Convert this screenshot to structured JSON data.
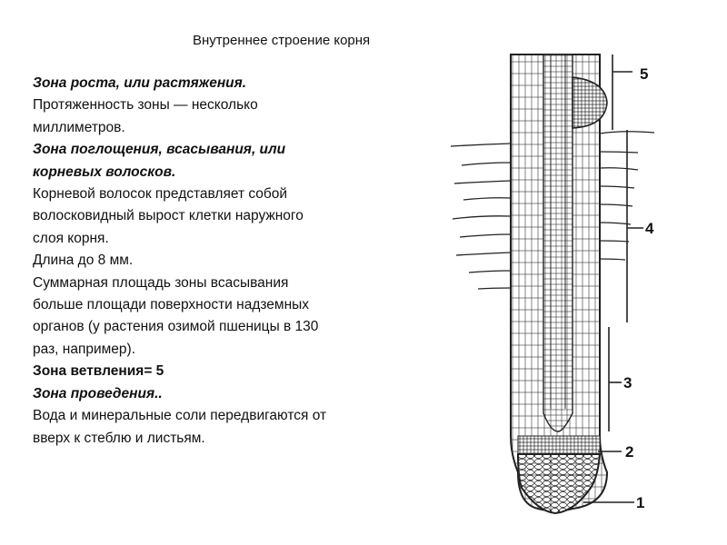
{
  "title": "Внутреннее строение корня",
  "paragraphs": [
    {
      "style": "bi",
      "lines": [
        "Зона роста, или растяжения."
      ]
    },
    {
      "style": "normal",
      "lines": [
        "Протяженность зоны — несколько",
        "миллиметров."
      ]
    },
    {
      "style": "bi",
      "lines": [
        "Зона поглощения, всасывания, или",
        "корневых волосков."
      ]
    },
    {
      "style": "normal",
      "lines": [
        "Корневой волосок представляет собой",
        "волосковидный вырост клетки наружного",
        "слоя корня."
      ]
    },
    {
      "style": "normal",
      "lines": [
        "Длина до 8 мм."
      ]
    },
    {
      "style": "normal",
      "lines": [
        "Суммарная площадь зоны всасывания",
        "больше площади поверхности надземных",
        "органов (у растения озимой пшеницы в 130",
        "раз, например)."
      ]
    },
    {
      "style": "b",
      "lines": [
        "Зона ветвления= 5"
      ]
    },
    {
      "style": "bi",
      "lines": [
        "Зона проведения.."
      ]
    },
    {
      "style": "normal",
      "lines": [
        "Вода и минеральные соли передвигаются от",
        "вверх к стеблю и листьям."
      ]
    }
  ],
  "figure": {
    "zone_labels": [
      "1",
      "2",
      "3",
      "4",
      "5"
    ]
  }
}
